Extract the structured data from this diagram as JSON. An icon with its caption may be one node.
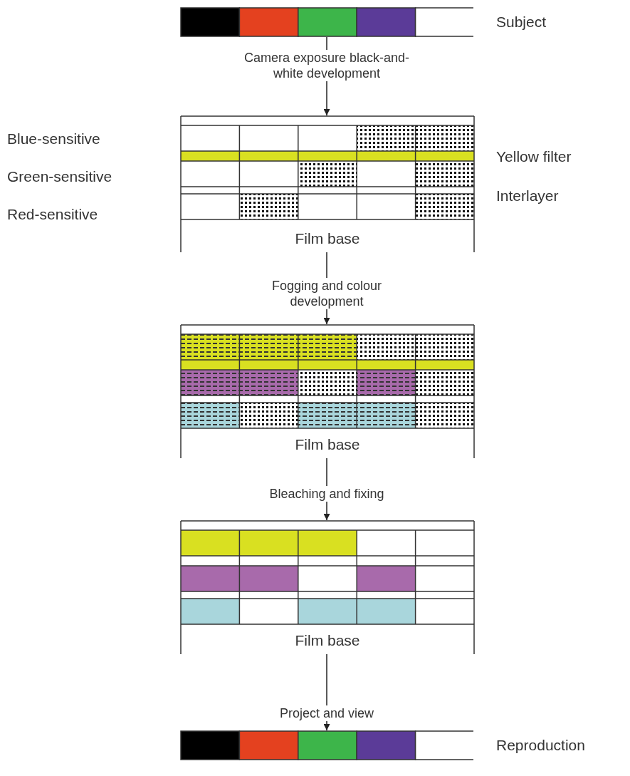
{
  "diagram": {
    "nodes": [
      {
        "text": [],
        "shape": "bar",
        "beside": [
          "Subject"
        ]
      },
      {
        "text": [
          "Film base"
        ]
      },
      {
        "text": [
          "Film base"
        ]
      },
      {
        "text": [
          "Film base"
        ]
      },
      {
        "text": [],
        "shape": "bar",
        "beside": [
          "Reproduction"
        ]
      }
    ],
    "edges": [
      {
        "from": 0,
        "to": 1,
        "arrow": "to",
        "label": "Camera exposure black-and-white development"
      },
      {
        "from": 1,
        "to": 2,
        "arrow": "to",
        "label": "Fogging and colour development"
      },
      {
        "from": 2,
        "to": 3,
        "arrow": "to",
        "label": "Bleaching and fixing"
      },
      {
        "from": 3,
        "to": 4,
        "arrow": "to",
        "label": "Project and view"
      }
    ],
    "labels": [
      "Blue-sensitive",
      "Yellow filter",
      "Green-sensitive",
      "Interlayer",
      "Red-sensitive"
    ]
  }
}
